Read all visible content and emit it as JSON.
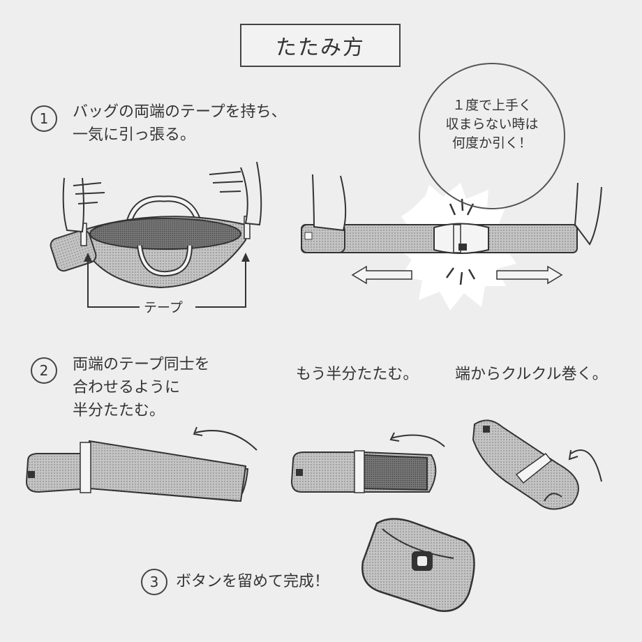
{
  "title": "たたみ方",
  "step1": {
    "number": "1",
    "lines": [
      "バッグの両端のテープを持ち、",
      "一気に引っ張る。"
    ],
    "tape_label": "テープ"
  },
  "bubble": {
    "lines": [
      "１度で上手く",
      "収まらない時は",
      "何度か引く！"
    ]
  },
  "step2": {
    "number": "2",
    "lines": [
      "両端のテープ同士を",
      "合わせるように",
      "半分たたむ。"
    ],
    "fold_again": "もう半分たたむ。",
    "roll_up": "端からクルクル巻く。"
  },
  "step3": {
    "number": "3",
    "text": "ボタンを留めて完成！"
  },
  "colors": {
    "bag": "#b9b9b9",
    "bag_dark": "#7a7a7a",
    "outline": "#333333",
    "tape": "#f4f4f4",
    "background": "#eeeeee"
  }
}
